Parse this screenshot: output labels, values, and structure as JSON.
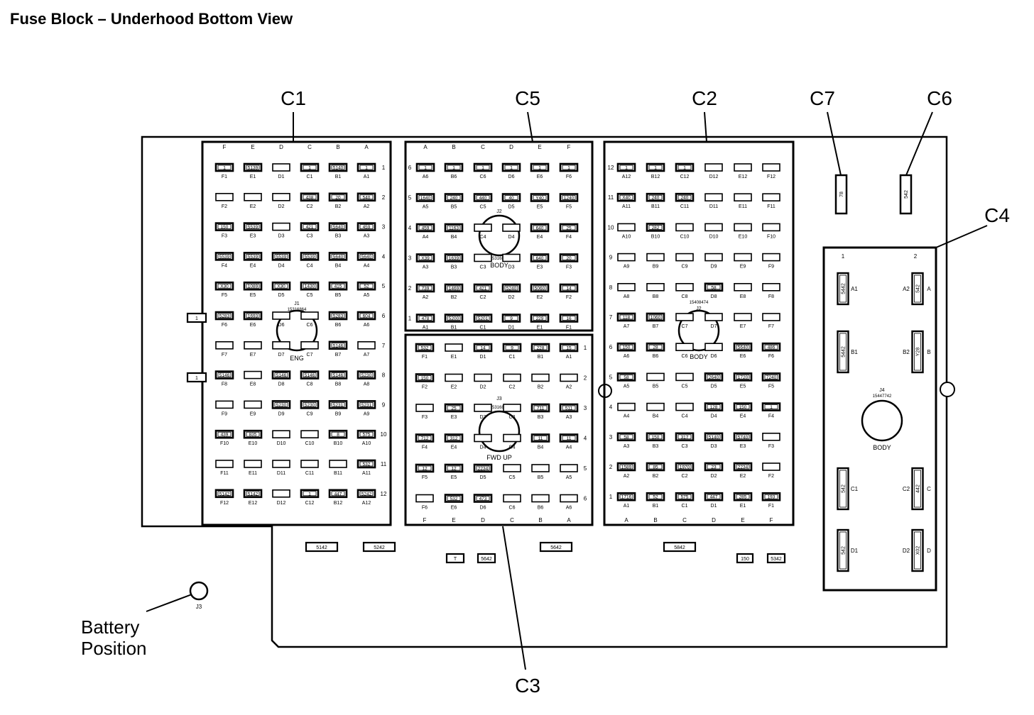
{
  "title": "Fuse Block – Underhood Bottom View",
  "battery_label": [
    "Battery",
    "Position"
  ],
  "battery_terminal": "J3",
  "connectors": {
    "C1": {
      "label": "C1",
      "jack": "J1",
      "part": "15316864",
      "name": "ENG",
      "cols": [
        "F",
        "E",
        "D",
        "C",
        "B",
        "A"
      ],
      "rows": [
        "1",
        "2",
        "3",
        "4",
        "5",
        "6",
        "7",
        "8",
        "9",
        "10",
        "11",
        "12"
      ],
      "cells": [
        [
          "1",
          "5139",
          "",
          "1",
          "5140",
          "1"
        ],
        [
          "",
          "",
          "",
          "438",
          "20",
          "540"
        ],
        [
          "150",
          "5539",
          "",
          "421",
          "5640",
          "459"
        ],
        [
          "5539",
          "5539",
          "5539",
          "5539",
          "5640",
          "5640"
        ],
        [
          "X30",
          "1089",
          "X30",
          "1430",
          "415",
          "52"
        ],
        [
          "5283",
          "1693",
          "",
          "",
          "5283",
          "604"
        ],
        [
          "",
          "",
          "",
          "",
          "5146",
          ""
        ],
        [
          "5146",
          "",
          "5146",
          "5146",
          "5146",
          "5230"
        ],
        [
          "",
          "",
          "5230",
          "5230",
          "5231",
          "5231"
        ],
        [
          "439",
          "835",
          "",
          "",
          "8",
          "575"
        ],
        [
          "",
          "",
          "",
          "",
          "",
          "532"
        ],
        [
          "5142",
          "5142",
          "",
          "1",
          "447",
          "5242"
        ]
      ]
    },
    "C5": {
      "label": "C5",
      "jack": "J2",
      "part": "15316836",
      "name": "BODY",
      "cols": [
        "A",
        "B",
        "C",
        "D",
        "E",
        "F"
      ],
      "rows": [
        "6",
        "5",
        "4",
        "3",
        "2",
        "1"
      ],
      "cells": [
        [
          "1",
          "1",
          "1",
          "1",
          "1",
          "1"
        ],
        [
          "1640",
          "240",
          "440",
          "40",
          "Y40",
          "1240"
        ],
        [
          "459",
          "1163",
          "",
          "",
          "640",
          "25"
        ],
        [
          "X39",
          "1639",
          "",
          "",
          "640",
          "20"
        ],
        [
          "739",
          "1469",
          "421",
          "5240",
          "5060",
          "14"
        ],
        [
          "478",
          "5200",
          "5201",
          "9",
          "229",
          "16"
        ]
      ]
    },
    "C3": {
      "label": "C3",
      "jack": "J3",
      "part": "15316809",
      "name": "FWD UP",
      "cols": [
        "F",
        "E",
        "D",
        "C",
        "B",
        "A"
      ],
      "rows": [
        "1",
        "2",
        "3",
        "4",
        "5",
        "6"
      ],
      "cells": [
        [
          "532",
          "",
          "14",
          "9",
          "228",
          "15"
        ],
        [
          "150",
          "",
          "",
          "",
          "",
          ""
        ],
        [
          "",
          "25",
          "",
          "",
          "711",
          "511"
        ],
        [
          "712",
          "312",
          "",
          "",
          "11",
          "11"
        ],
        [
          "12",
          "12",
          "2234",
          "",
          "",
          ""
        ],
        [
          "",
          "532",
          "473",
          "",
          "",
          ""
        ]
      ]
    },
    "C2": {
      "label": "C2",
      "jack": "J2",
      "part": "15408474",
      "name": "BODY",
      "cols": [
        "A",
        "B",
        "C",
        "D",
        "E",
        "F"
      ],
      "rows": [
        "12",
        "11",
        "10",
        "9",
        "8",
        "7",
        "6",
        "5",
        "4",
        "3",
        "2",
        "1"
      ],
      "cells": [
        [
          "1",
          "1",
          "1",
          "",
          "",
          ""
        ],
        [
          "X40",
          "240",
          "240",
          "",
          "",
          ""
        ],
        [
          "",
          "282",
          "",
          "",
          "",
          ""
        ],
        [
          "",
          "",
          "",
          "",
          "",
          ""
        ],
        [
          "",
          "",
          "",
          "58",
          "",
          ""
        ],
        [
          "118",
          "1060",
          "",
          "",
          "",
          ""
        ],
        [
          "150",
          "28",
          "",
          "",
          "5640",
          "486"
        ],
        [
          "58",
          "",
          "",
          "2640",
          "1720",
          "7240"
        ],
        [
          "",
          "",
          "",
          "128",
          "150",
          "1"
        ],
        [
          "58",
          "150",
          "317",
          "5140",
          "5740",
          ""
        ],
        [
          "1589",
          "85",
          "1970",
          "23",
          "2234",
          ""
        ],
        [
          "1716",
          "52",
          "575",
          "447",
          "285",
          "193"
        ]
      ]
    },
    "C7": {
      "label": "C7",
      "value": "78"
    },
    "C6": {
      "label": "C6",
      "value": "542"
    },
    "C4": {
      "label": "C4",
      "jack": "J4",
      "part": "15447742",
      "name": "BODY",
      "cols": [
        "1",
        "2"
      ],
      "terminals": [
        {
          "id": "A1",
          "value": "5442"
        },
        {
          "id": "A2",
          "value": "542",
          "letter": "A"
        },
        {
          "id": "B1",
          "value": "5442"
        },
        {
          "id": "B2",
          "value": "Y28",
          "letter": "B"
        },
        {
          "id": "C1",
          "value": "542"
        },
        {
          "id": "C2",
          "value": "442",
          "letter": "C"
        },
        {
          "id": "D1",
          "value": "542"
        },
        {
          "id": "D2",
          "value": "X02",
          "letter": "D"
        }
      ]
    }
  },
  "side_terminals": [
    "5142",
    "5242",
    "5642",
    "5842",
    "T",
    "5642",
    "150",
    "5342",
    "1",
    "1"
  ],
  "colors": {
    "stroke": "#000000",
    "background": "#ffffff"
  }
}
